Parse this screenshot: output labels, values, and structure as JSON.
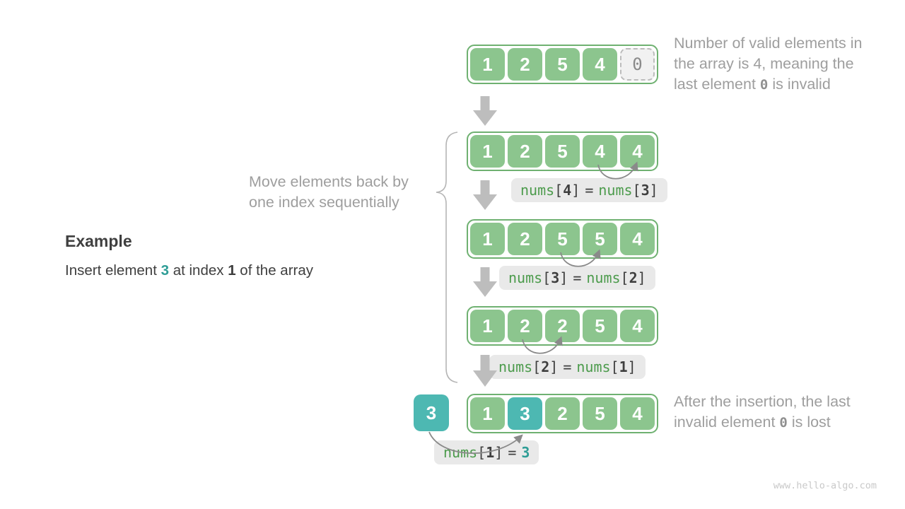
{
  "example": {
    "title": "Example",
    "line": {
      "pre": "Insert element ",
      "value": "3",
      "mid": " at index ",
      "index": "1",
      "post": " of the array"
    }
  },
  "annotations": {
    "move": {
      "line1": "Move elements back by",
      "line2": "one index sequentially"
    },
    "top_note": {
      "line1": "Number of valid elements in",
      "line2": "the array is 4, meaning the",
      "line3_pre": "last element ",
      "line3_zero": "0",
      "line3_post": " is invalid"
    },
    "bottom_note": {
      "line1": "After the insertion, the last",
      "line2_pre": "invalid element ",
      "line2_zero": "0",
      "line2_post": " is lost"
    }
  },
  "rows": {
    "r1": {
      "cells": [
        "1",
        "2",
        "5",
        "4",
        "0"
      ]
    },
    "r2": {
      "cells": [
        "1",
        "2",
        "5",
        "4",
        "4"
      ]
    },
    "r3": {
      "cells": [
        "1",
        "2",
        "5",
        "5",
        "4"
      ]
    },
    "r4": {
      "cells": [
        "1",
        "2",
        "2",
        "5",
        "4"
      ]
    },
    "r5": {
      "cells": [
        "1",
        "3",
        "2",
        "5",
        "4"
      ]
    },
    "inserted": "3"
  },
  "labels": {
    "fn": "nums",
    "lb": "[",
    "rb": "]",
    "eq": "=",
    "l1": {
      "i1": "4",
      "i2": "3"
    },
    "l2": {
      "i1": "3",
      "i2": "2"
    },
    "l3": {
      "i1": "2",
      "i2": "1"
    },
    "l4": {
      "i1": "1",
      "value": "3"
    }
  },
  "watermark": "www.hello-algo.com",
  "colors": {
    "cell_green": "#8CC58E",
    "border_green": "#6FB171",
    "teal": "#4DB8B2",
    "code_green": "#4C9B4C",
    "code_teal": "#2E9D96",
    "label_bg": "#E9E9E9",
    "note_gray": "#9E9E9E",
    "dark_text": "#3F3F3F",
    "big_arrow_gray": "#BDBDBD",
    "arc_gray": "#8A8A8A",
    "invalid_bg": "#F1F1F1",
    "invalid_border": "#BCBCBC",
    "watermark_gray": "#C9C9C9"
  }
}
